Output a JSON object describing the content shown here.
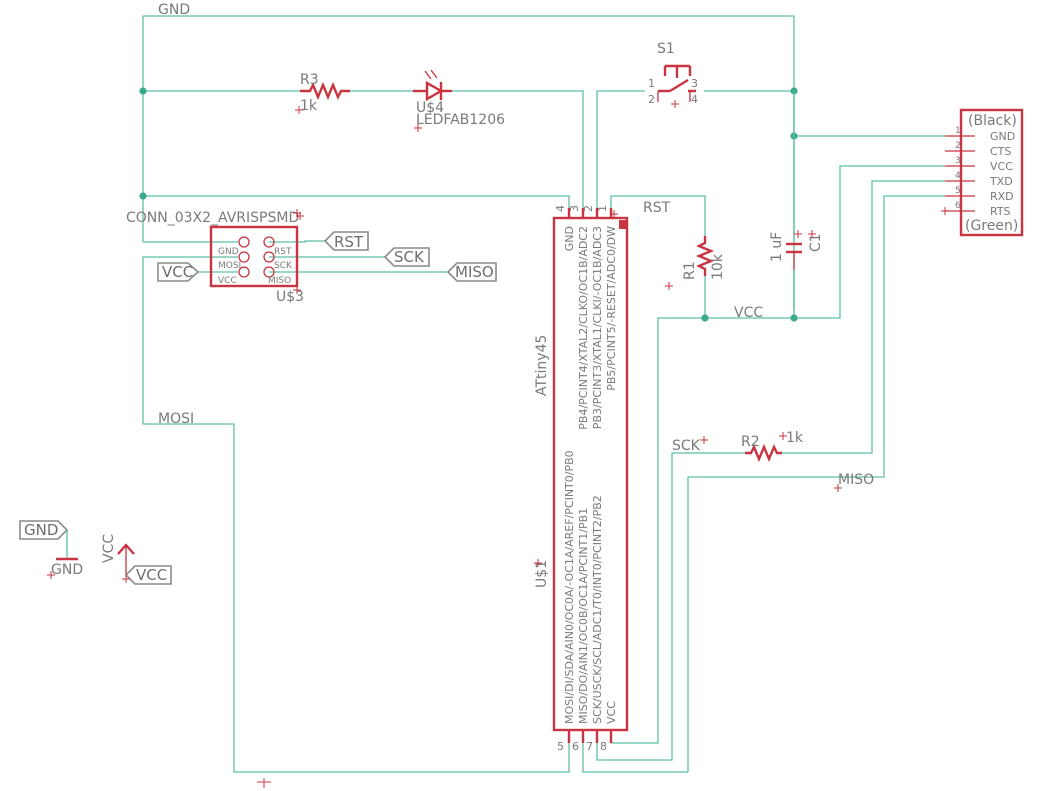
{
  "nets": {
    "gnd": "GND",
    "mosi": "MOSI",
    "vcc": "VCC",
    "rst": "RST",
    "sck": "SCK",
    "miso": "MISO"
  },
  "flags": {
    "rst": "RST",
    "sck": "SCK",
    "miso": "MISO",
    "vcc_left": "VCC",
    "gnd": "GND",
    "vcc": "VCC"
  },
  "power": {
    "gnd_label": "GND",
    "vcc_label": "VCC"
  },
  "r3": {
    "name": "R3",
    "value": "1k"
  },
  "led": {
    "name": "U$4",
    "value": "LEDFAB1206"
  },
  "s1": {
    "name": "S1",
    "pins": [
      "1",
      "2",
      "3",
      "4"
    ]
  },
  "isp": {
    "name": "CONN_03X2_AVRISPSMD",
    "ref": "U$3",
    "pins_left": [
      "GND",
      "MOSI",
      "VCC"
    ],
    "pins_right": [
      "RST",
      "SCK",
      "MISO"
    ]
  },
  "mcu": {
    "name": "ATtiny45",
    "ref": "U$1",
    "top_pins": [
      "GND",
      "PB4/PCINT4/XTAL2/CLKO/OC1B/ADC2",
      "PB3/PCINT3/XTAL1/CLKI/-OC1B/ADC3",
      "PB5/PCINT5/-RESET/ADC0/DW"
    ],
    "top_nums": [
      "4",
      "3",
      "2",
      "1"
    ],
    "bottom_pins": [
      "MOSI/DI/SDA/AIN0/OC0A/-OC1A/AREF/PCINT0/PB0",
      "MISO/DO/AIN1/OC0B/OC1A/PCINT1/PB1",
      "SCK/USCK/SCL/ADC1/T0/INT0/PCINT2/PB2",
      "VCC"
    ],
    "bottom_nums": [
      "5",
      "6",
      "7",
      "8"
    ]
  },
  "r1": {
    "name": "R1",
    "value": "10k"
  },
  "c1": {
    "name": "C1",
    "value": "1 uF"
  },
  "r2": {
    "name": "R2",
    "value": "1k"
  },
  "ftdi": {
    "top": "(Black)",
    "bottom": "(Green)",
    "pins": [
      "GND",
      "CTS",
      "VCC",
      "TXD",
      "RXD",
      "RTS"
    ],
    "nums": [
      "1",
      "2",
      "3",
      "4",
      "5",
      "6"
    ]
  }
}
